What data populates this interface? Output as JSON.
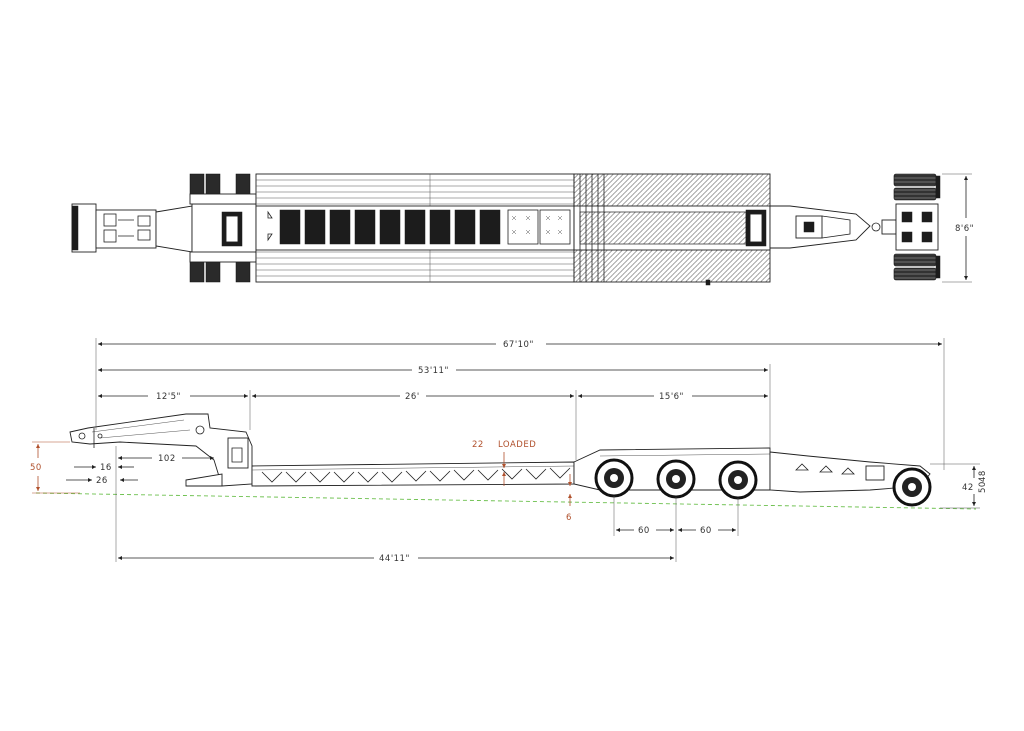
{
  "diagram": {
    "plan_view": {
      "width_label": "8'6\""
    },
    "side_view": {
      "overall_length": "67'10\"",
      "length_53": "53'11\"",
      "gooseneck_length": "12'5\"",
      "deck_length": "26'",
      "rear_section_length": "15'6\"",
      "offset_102": "102",
      "dim_16": "16",
      "dim_26": "26",
      "height_50": "50",
      "deck_height_loaded": "22",
      "loaded_label": "LOADED",
      "ground_clearance": "6",
      "axle_spacing_1": "60",
      "axle_spacing_2": "60",
      "dim_44_11": "44'11\"",
      "rear_height": "42",
      "rear_height_alt_1": "50",
      "rear_height_alt_2": "48"
    }
  },
  "colors": {
    "line": "#222222",
    "dimension_red": "#b0502c",
    "ground_line": "#6abf4b"
  }
}
